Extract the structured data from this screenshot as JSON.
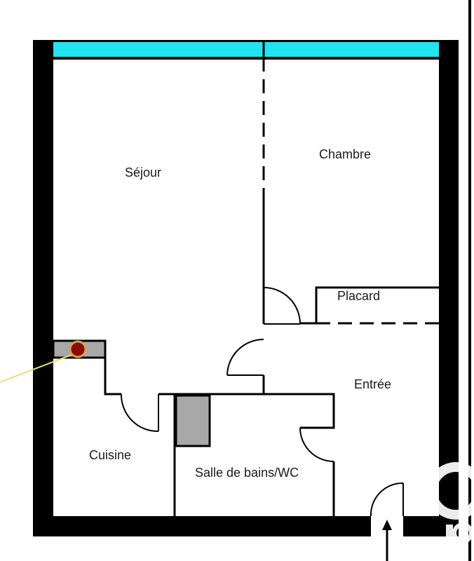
{
  "rooms": {
    "sejour": "Séjour",
    "chambre": "Chambre",
    "placard": "Placard",
    "entree": "Entrée",
    "cuisine": "Cuisine",
    "salle_de_bains": "Salle de bains/WC"
  },
  "colors": {
    "window": "#22e4f0",
    "wall": "#000000",
    "fixture": "#a8a8a8",
    "boiler_fill": "#8b0a0a",
    "boiler_ring": "#d4a24c",
    "pointer_line": "#e9e26a"
  },
  "icons": {
    "boiler": "boiler-dot-icon",
    "entrance": "entrance-arrow-icon",
    "watermark": "watermark-logo"
  }
}
